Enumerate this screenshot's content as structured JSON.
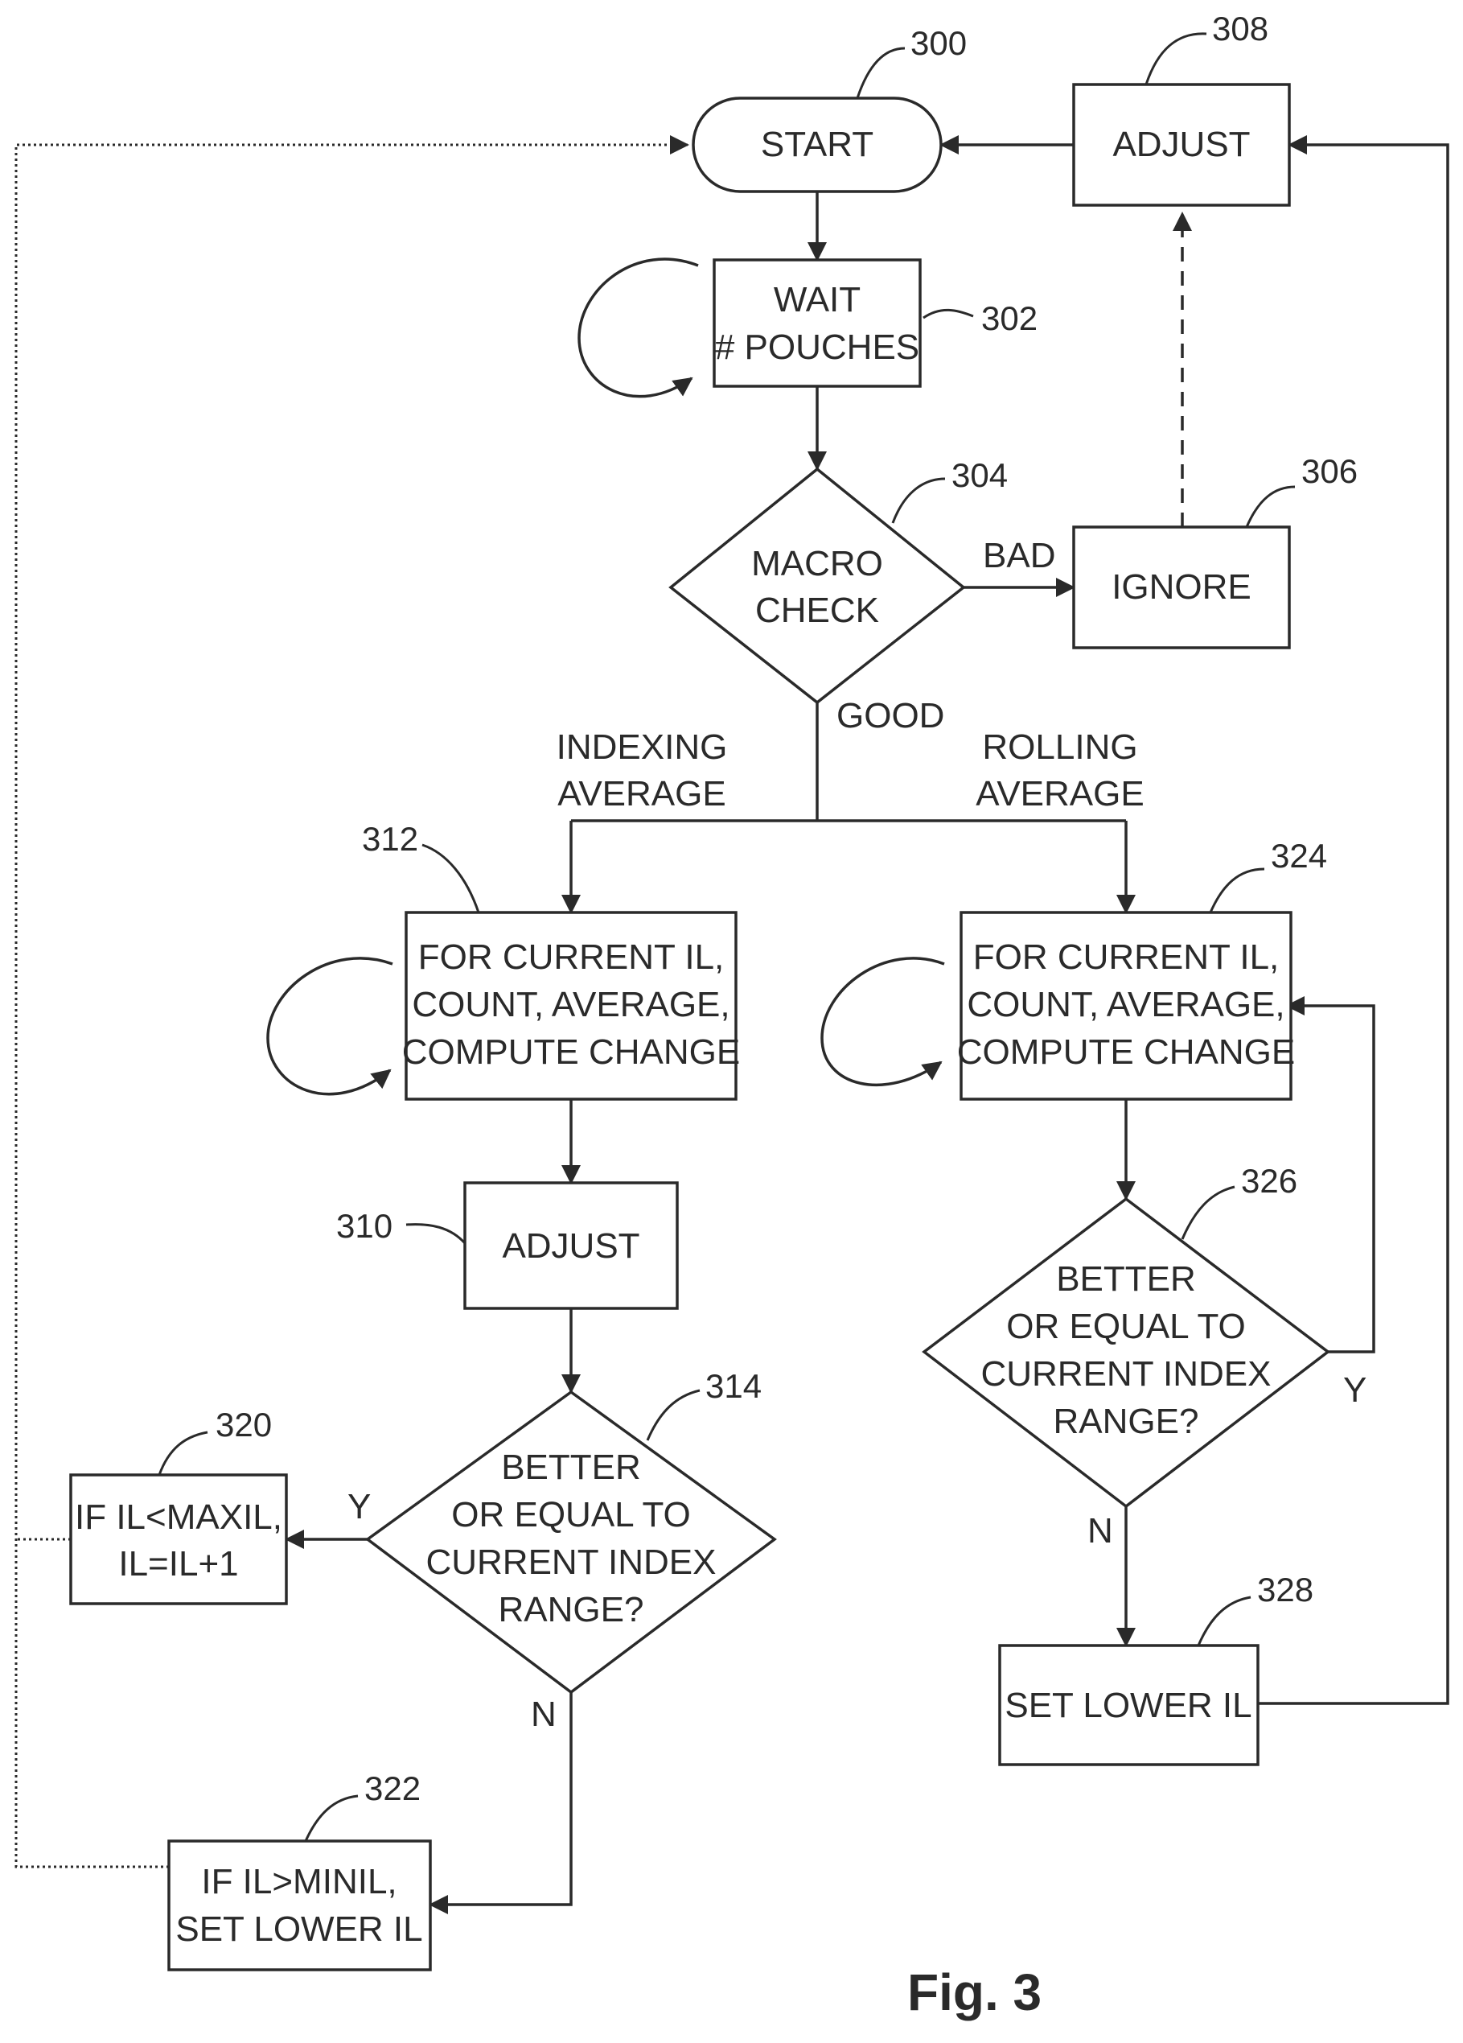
{
  "nodes": {
    "n300": {
      "ref": "300",
      "lines": [
        "START"
      ]
    },
    "n302": {
      "ref": "302",
      "lines": [
        "WAIT",
        "# POUCHES"
      ]
    },
    "n304": {
      "ref": "304",
      "lines": [
        "MACRO",
        "CHECK"
      ]
    },
    "n306": {
      "ref": "306",
      "lines": [
        "IGNORE"
      ]
    },
    "n308": {
      "ref": "308",
      "lines": [
        "ADJUST"
      ]
    },
    "n310": {
      "ref": "310",
      "lines": [
        "ADJUST"
      ]
    },
    "n312": {
      "ref": "312",
      "lines": [
        "FOR CURRENT IL,",
        "COUNT, AVERAGE,",
        "COMPUTE CHANGE"
      ]
    },
    "n314": {
      "ref": "314",
      "lines": [
        "BETTER",
        "OR EQUAL TO",
        "CURRENT INDEX",
        "RANGE?"
      ]
    },
    "n320": {
      "ref": "320",
      "lines": [
        "IF IL<MAXIL,",
        "IL=IL+1"
      ]
    },
    "n322": {
      "ref": "322",
      "lines": [
        "IF IL>MINIL,",
        "SET LOWER IL"
      ]
    },
    "n324": {
      "ref": "324",
      "lines": [
        "FOR CURRENT IL,",
        "COUNT, AVERAGE,",
        "COMPUTE CHANGE"
      ]
    },
    "n326": {
      "ref": "326",
      "lines": [
        "BETTER",
        "OR EQUAL TO",
        "CURRENT INDEX",
        "RANGE?"
      ]
    },
    "n328": {
      "ref": "328",
      "lines": [
        "SET LOWER IL"
      ]
    }
  },
  "edge_labels": {
    "bad": "BAD",
    "good": "GOOD",
    "indexing": [
      "INDEXING",
      "AVERAGE"
    ],
    "rolling": [
      "ROLLING",
      "AVERAGE"
    ],
    "y314": "Y",
    "n314": "N",
    "y326": "Y",
    "n326": "N"
  },
  "caption": "Fig. 3"
}
